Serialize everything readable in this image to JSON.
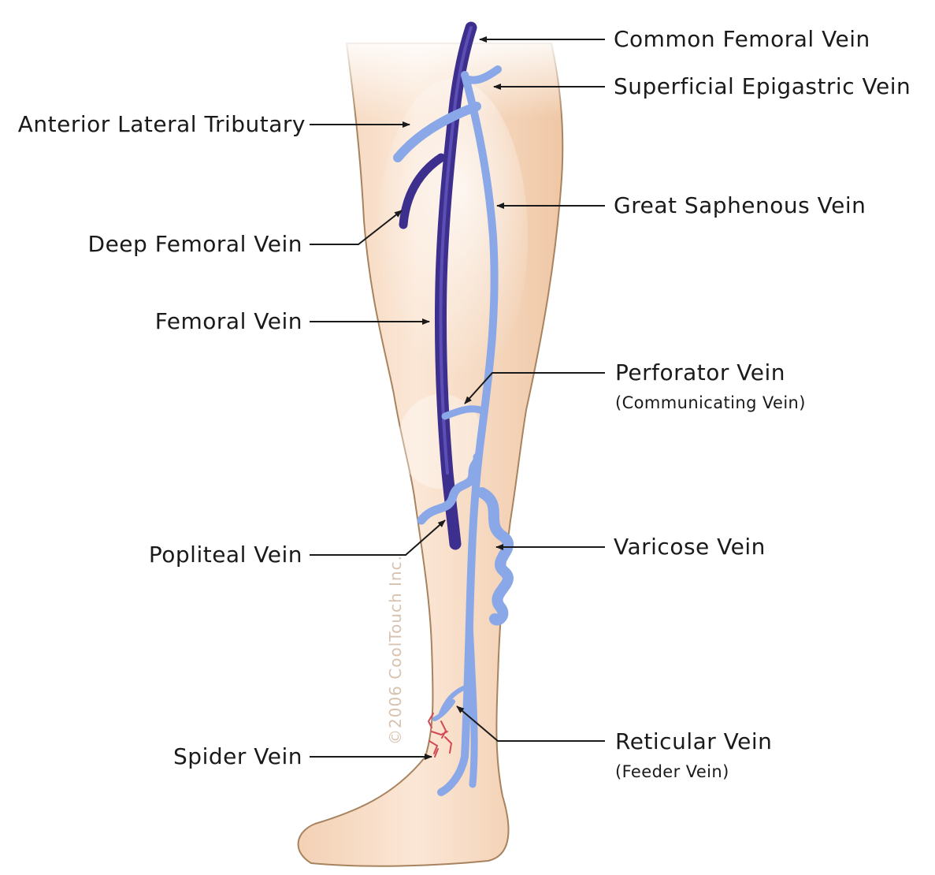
{
  "labels": {
    "common_femoral_vein": "Common Femoral Vein",
    "superficial_epigastric_vein": "Superficial Epigastric Vein",
    "anterior_lateral_tributary": "Anterior Lateral Tributary",
    "great_saphenous_vein": "Great Saphenous Vein",
    "deep_femoral_vein": "Deep Femoral Vein",
    "femoral_vein": "Femoral Vein",
    "perforator_vein": "Perforator Vein",
    "perforator_vein_sub": "(Communicating Vein)",
    "popliteal_vein": "Popliteal Vein",
    "varicose_vein": "Varicose Vein",
    "spider_vein": "Spider Vein",
    "reticular_vein": "Reticular Vein",
    "reticular_vein_sub": "(Feeder Vein)"
  },
  "watermark": "©2006 CoolTouch Inc.",
  "colors": {
    "skin": "#f5d7bf",
    "skin_outline": "#a7835f",
    "deep_vein": "#3c2f8e",
    "superficial_vein": "#8aa8e8",
    "spider_vein": "#d24a55",
    "leader_line": "#1a1a1a"
  }
}
